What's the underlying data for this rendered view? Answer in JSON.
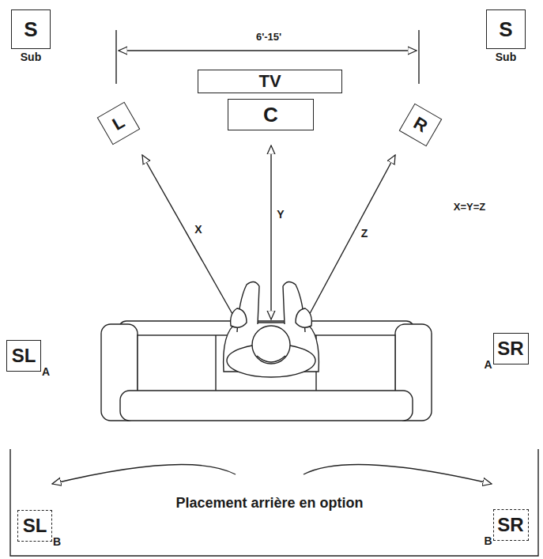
{
  "diagram": {
    "nodes": [
      {
        "text": [
          "S",
          "Sub"
        ]
      },
      {
        "text": [
          "S",
          "Sub"
        ]
      },
      {
        "text": [
          "TV"
        ]
      },
      {
        "text": [
          "C"
        ]
      },
      {
        "text": [
          "L"
        ]
      },
      {
        "text": [
          "R"
        ]
      },
      {
        "text": [
          "SL",
          "A"
        ]
      },
      {
        "text": [
          "SR",
          "A"
        ]
      },
      {
        "text": [
          "SL",
          "B"
        ]
      },
      {
        "text": [
          "SR",
          "B"
        ]
      }
    ],
    "labels": [
      "6'-15'",
      "X",
      "Y",
      "Z",
      "X=Y=Z",
      "Placement arrière en option"
    ]
  }
}
